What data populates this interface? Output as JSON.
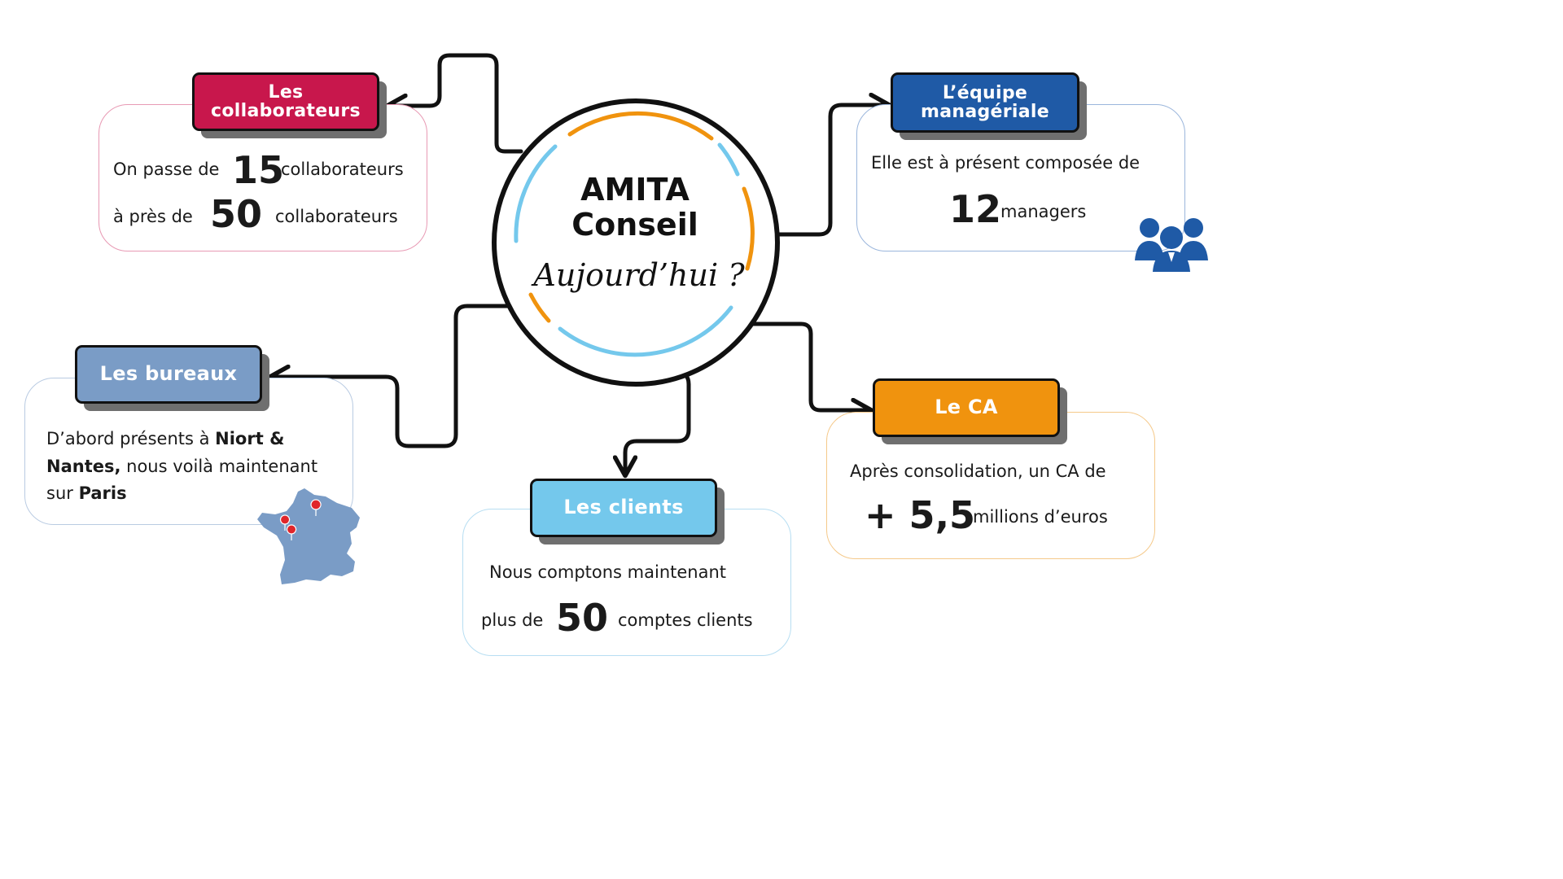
{
  "center": {
    "title_line1": "AMITA",
    "title_line2": "Conseil",
    "subtitle": "Aujourd’hui ?"
  },
  "colors": {
    "collaborateurs": "#c8174c",
    "equipe": "#1f5aa6",
    "bureaux": "#7a9cc6",
    "clients": "#74c8ec",
    "ca": "#f0930e",
    "ring_orange": "#f0930e",
    "ring_blue": "#74c8ec",
    "map": "#7a9cc6",
    "pin": "#e0262b"
  },
  "collaborateurs": {
    "tag_line1": "Les",
    "tag_line2": "collaborateurs",
    "line1_pre": "On passe de",
    "line1_num": "15",
    "line1_post": "collaborateurs",
    "line2_pre": "à près de",
    "line2_num": "50",
    "line2_post": "collaborateurs"
  },
  "equipe": {
    "tag_line1": "L’équipe",
    "tag_line2": "managériale",
    "line1": "Elle est à présent composée de",
    "num": "12",
    "post": "managers",
    "icon": "people-group-icon"
  },
  "bureaux": {
    "tag": "Les bureaux",
    "l1_pre": "D’abord présents à ",
    "l1_bold": "Niort &",
    "l2_bold": "Nantes,",
    "l2_post": " nous voilà maintenant",
    "l3_pre": "sur ",
    "l3_bold": "Paris",
    "icon": "france-map-icon"
  },
  "clients": {
    "tag": "Les clients",
    "line1": "Nous comptons maintenant",
    "line2_pre": "plus de",
    "num": "50",
    "post": "comptes clients"
  },
  "ca": {
    "tag": "Le CA",
    "line1": "Après consolidation, un CA de",
    "num": "+ 5,5",
    "post": "millions d’euros"
  }
}
